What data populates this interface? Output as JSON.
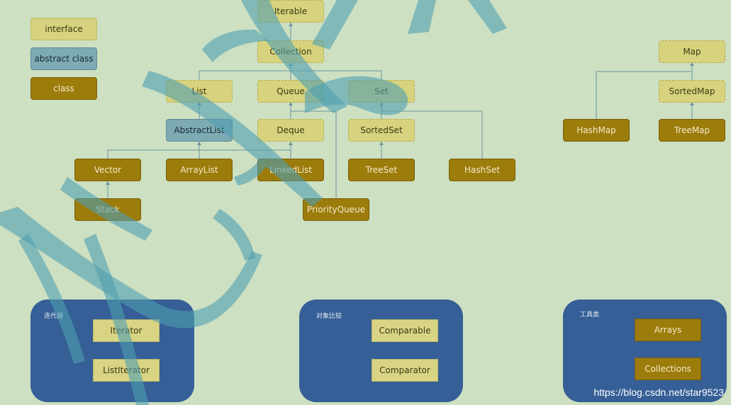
{
  "legend": {
    "interface": "interface",
    "abstract_class": "abstract class",
    "class": "class"
  },
  "nodes": {
    "iterable": "Iterable",
    "collection": "Collection",
    "list": "List",
    "queue": "Queue",
    "set": "Set",
    "abstractlist": "AbstractList",
    "deque": "Deque",
    "sortedset": "SortedSet",
    "vector": "Vector",
    "arraylist": "ArrayList",
    "linkedlist": "LinkedList",
    "treeset": "TreeSet",
    "hashset": "HashSet",
    "stack": "Stack",
    "priorityqueue": "PriorityQueue",
    "map": "Map",
    "sortedmap": "SortedMap",
    "hashmap": "HashMap",
    "treemap": "TreeMap"
  },
  "panels": {
    "iterators": {
      "title": "迭代器",
      "items": [
        "Iterator",
        "ListIterator"
      ]
    },
    "comparison": {
      "title": "对象比较",
      "items": [
        "Comparable",
        "Comparator"
      ]
    },
    "utilities": {
      "title": "工具类",
      "items": [
        "Arrays",
        "Collections"
      ]
    }
  },
  "credit": "https://blog.csdn.net/star9523",
  "colors": {
    "background": "#cde0c2",
    "interface": "#d6d27d",
    "abstract_class": "#7eaab3",
    "class": "#9c7c0b",
    "panel": "#355f96",
    "watermark": "#4e9fb0",
    "connector": "#6c93a0"
  }
}
